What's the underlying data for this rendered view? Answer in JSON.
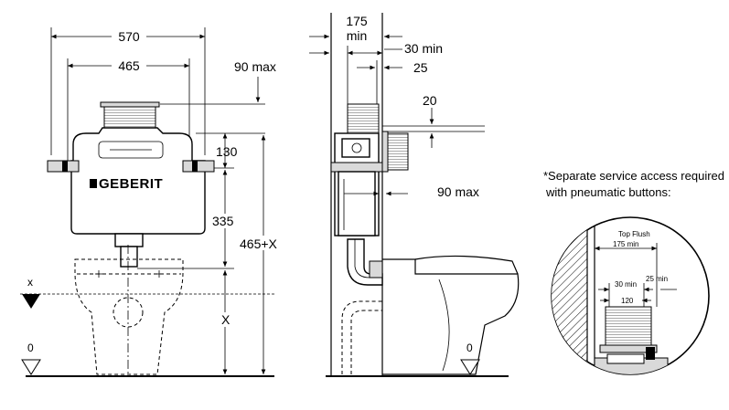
{
  "brand": {
    "logo_text": "GEBERIT"
  },
  "front_view": {
    "dim_width_overall": "570",
    "dim_width_inner": "465",
    "dim_flush_offset": "90 max",
    "dim_top_height": "130",
    "dim_pan_height": "335",
    "dim_total_height": "465+X",
    "dim_variable": "X",
    "level_marker_x": "x",
    "level_marker_zero": "0"
  },
  "side_view": {
    "dim_wall_gap": "175\nmin",
    "dim_wall_gap_line1": "175",
    "dim_wall_gap_line2": "min",
    "dim_button_depth": "30 min",
    "dim_button_offset": "25",
    "dim_plate_thickness": "20",
    "dim_tank_projection": "90 max",
    "level_marker_zero": "0"
  },
  "note": {
    "line1": "*Separate service access required",
    "line2": "with pneumatic buttons:"
  },
  "detail": {
    "title": "Top Flush",
    "dim_gap": "175 min",
    "dim_depth": "30 min",
    "dim_offset": "25 min",
    "dim_width": "120"
  }
}
